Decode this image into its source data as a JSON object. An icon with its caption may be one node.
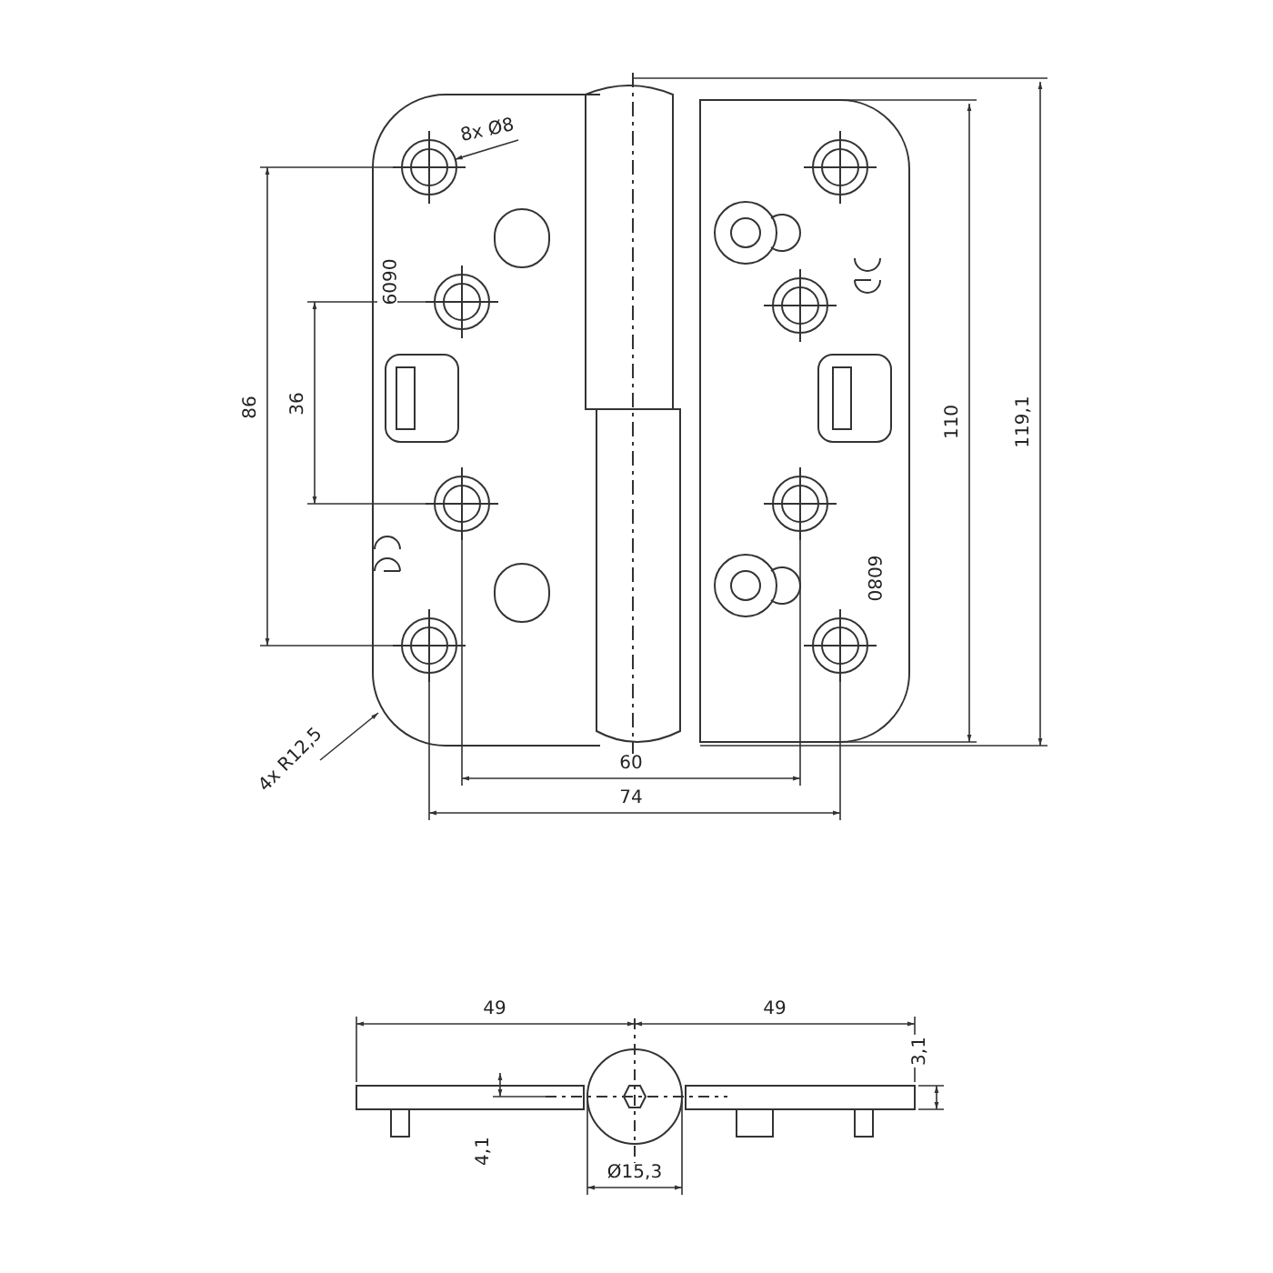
{
  "diagram": {
    "nodes": [
      {
        "text": [
          "8x Ø8"
        ]
      },
      {
        "text": [],
        "shape": "circle"
      },
      {
        "text": [
          "4x R12,5"
        ]
      }
    ],
    "edges": [
      {
        "from": 0,
        "to": 1,
        "arrow": "to"
      },
      {
        "from": 2,
        "to": null,
        "arrow": "to"
      }
    ],
    "labels": [
      "0609",
      "86",
      "36",
      "6080",
      "110",
      "119,1",
      "60",
      "74",
      "49",
      "49",
      "3,1",
      "4,1",
      "Ø15,3"
    ]
  }
}
